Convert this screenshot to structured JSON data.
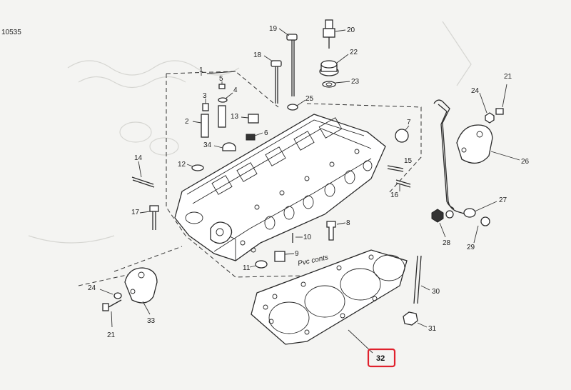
{
  "ref_code": "10535",
  "labels": {
    "l1": "1",
    "l2": "2",
    "l3": "3",
    "l4": "4",
    "l5": "5",
    "l6": "6",
    "l7": "7",
    "l8": "8",
    "l9": "9",
    "l10": "10",
    "l11": "11",
    "l12": "12",
    "l13": "13",
    "l14": "14",
    "l15": "15",
    "l16": "16",
    "l17": "17",
    "l18": "18",
    "l19": "19",
    "l20": "20",
    "l21a": "21",
    "l21b": "21",
    "l22": "22",
    "l23": "23",
    "l24a": "24",
    "l24b": "24",
    "l25": "25",
    "l26": "26",
    "l27": "27",
    "l28": "28",
    "l29": "29",
    "l30": "30",
    "l31": "31",
    "l32": "32",
    "l33": "33",
    "l34": "34"
  },
  "handwritten_note": "Pvc conts",
  "highlight": {
    "part": "32",
    "color": "#e0212d"
  }
}
